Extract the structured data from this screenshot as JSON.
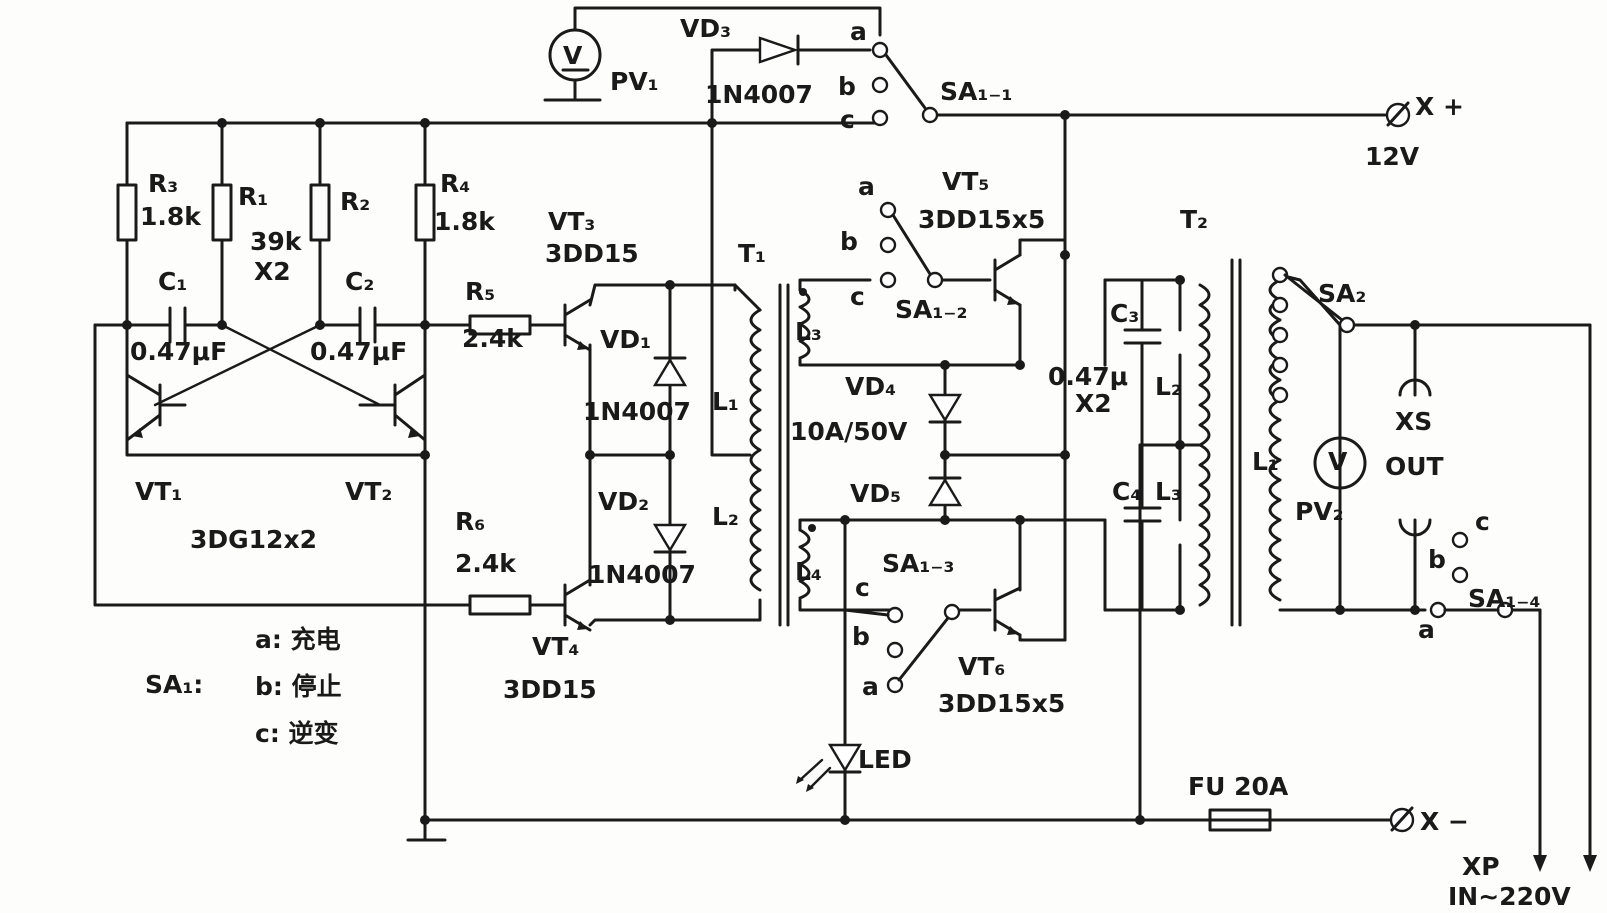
{
  "components": {
    "pv1": "PV₁",
    "vd3": "VD₃",
    "vd3_type": "1N4007",
    "sa1_1": "SA₁₋₁",
    "x_plus": "X +",
    "v12": "12V",
    "r3": "R₃",
    "r3_val": "1.8k",
    "r1": "R₁",
    "r1_val": "39k",
    "r1_x2": "X2",
    "r2": "R₂",
    "r4": "R₄",
    "r4_val": "1.8k",
    "vt3": "VT₃",
    "vt3_type": "3DD15",
    "vt5": "VT₅",
    "vt5_type": "3DD15x5",
    "t1": "T₁",
    "t2": "T₂",
    "c1": "C₁",
    "c1_val": "0.47μF",
    "c2": "C₂",
    "c2_val": "0.47μF",
    "r5": "R₅",
    "r5_val": "2.4k",
    "vd1": "VD₁",
    "vd1_type": "1N4007",
    "vd2": "VD₂",
    "vd2_type": "1N4007",
    "l3_t1": "L₃",
    "l1_t1": "L₁",
    "l2_t1": "L₂",
    "l4_t1": "L₄",
    "sa1_2": "SA₁₋₂",
    "vd4": "VD₄",
    "vd4_type": "10A/50V",
    "vd5": "VD₅",
    "c3": "C₃",
    "c4": "C₄",
    "c34_val": "0.47μ",
    "c34_x2": "X2",
    "l2_t2": "L₂",
    "l3_t2": "L₃",
    "l1_t2": "L₁",
    "sa2": "SA₂",
    "pv2": "PV₂",
    "xs": "XS",
    "out": "OUT",
    "sa1_4": "SA₁₋₄",
    "vt1": "VT₁",
    "vt2": "VT₂",
    "vt12_type": "3DG12x2",
    "r6": "R₆",
    "r6_val": "2.4k",
    "vt4": "VT₄",
    "vt4_type": "3DD15",
    "sa1_3": "SA₁₋₃",
    "vt6": "VT₆",
    "vt6_type": "3DD15x5",
    "led": "LED",
    "fu": "FU 20A",
    "x_minus": "X −",
    "xp": "XP",
    "input": "IN~220V",
    "meter_v": "V"
  },
  "switch_positions": {
    "a": "a",
    "b": "b",
    "c": "c"
  },
  "legend": {
    "title": "SA₁:",
    "a": "a: 充电",
    "b": "b: 停止",
    "c": "c: 逆变"
  }
}
